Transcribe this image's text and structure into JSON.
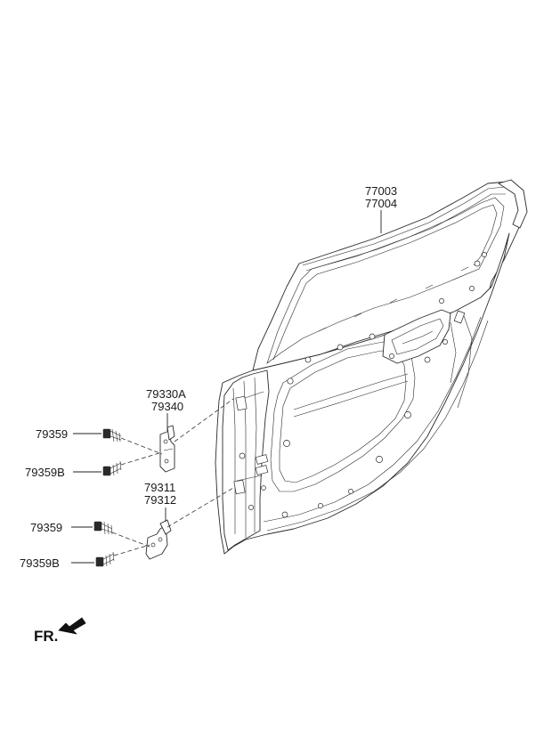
{
  "labels": {
    "door_panel_a": "77003",
    "door_panel_b": "77004",
    "upper_hinge_a": "79330A",
    "upper_hinge_b": "79340",
    "lower_hinge_a": "79311",
    "lower_hinge_b": "79312",
    "upper_bolt": "79359",
    "upper_bolt_b": "79359B",
    "lower_bolt": "79359",
    "lower_bolt_b": "79359B"
  },
  "direction": {
    "text": "FR.",
    "arrow_icon": "front-arrow-icon"
  }
}
